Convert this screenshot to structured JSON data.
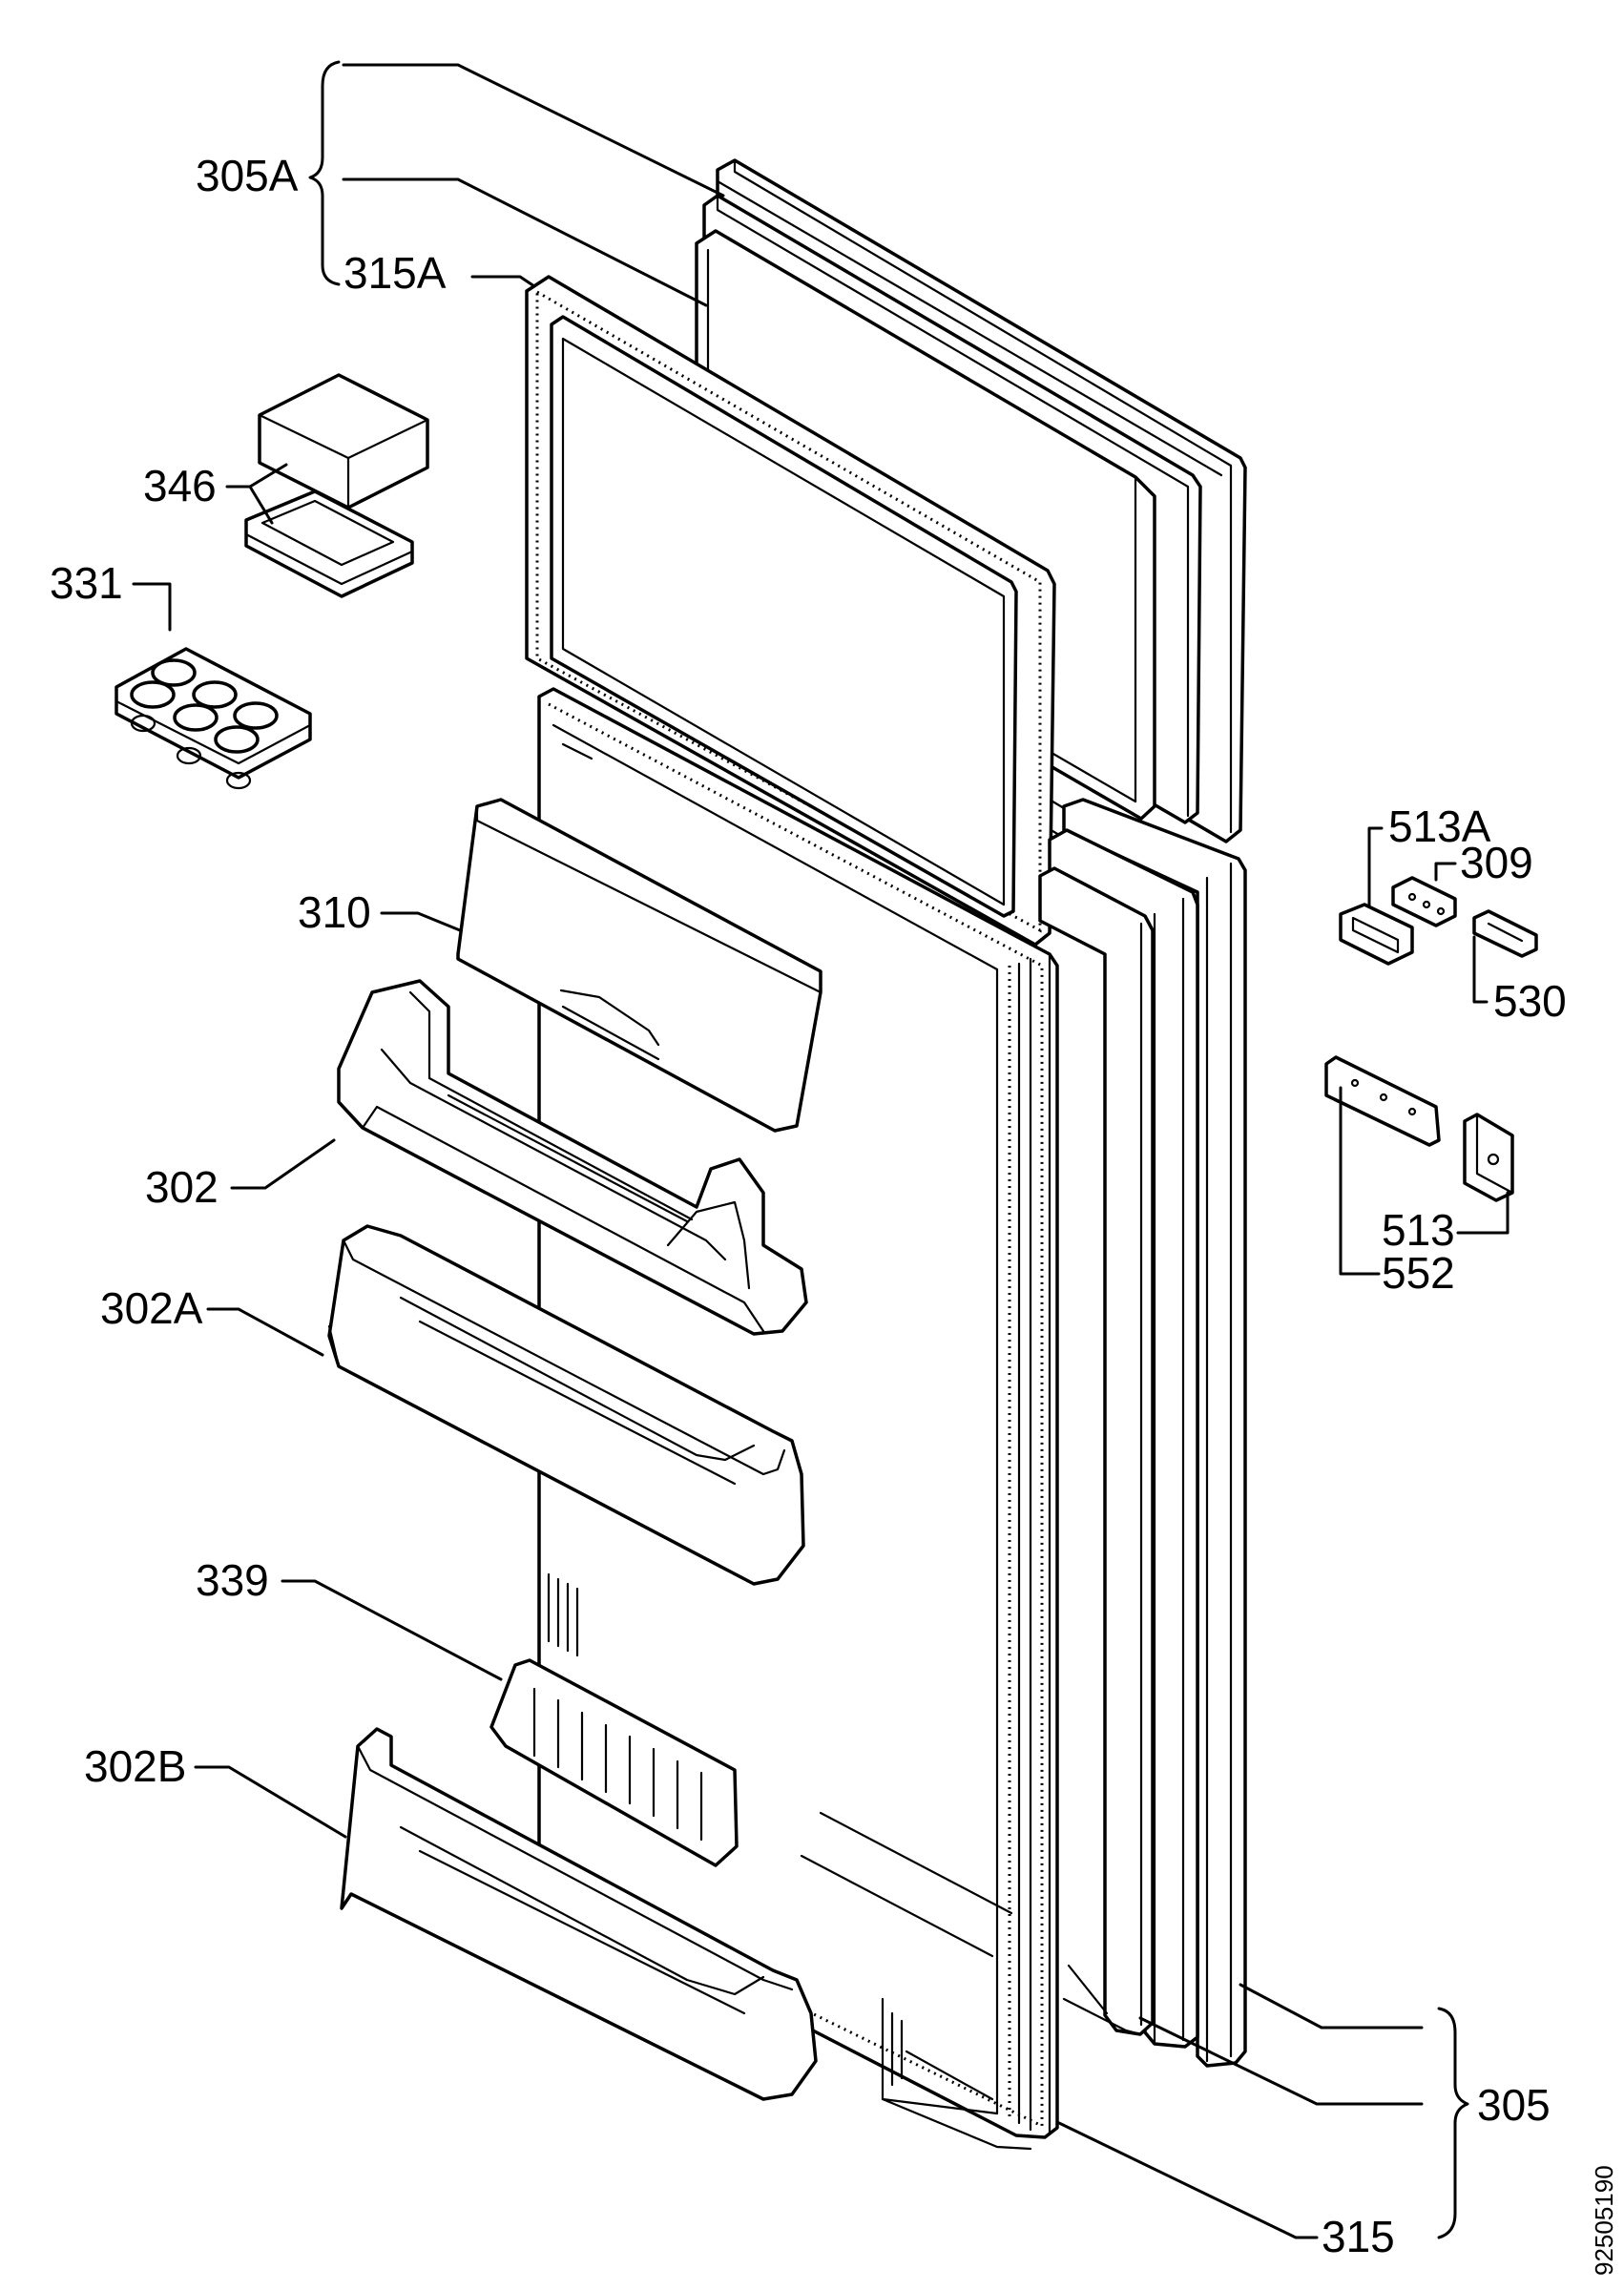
{
  "labels": {
    "l305a": "305A",
    "l315a": "315A",
    "l346": "346",
    "l331": "331",
    "l310": "310",
    "l302": "302",
    "l302a": "302A",
    "l339": "339",
    "l302b": "302B",
    "l513a": "513A",
    "l309": "309",
    "l530": "530",
    "l513": "513",
    "l552": "552",
    "l305": "305",
    "l315": "315"
  },
  "drawing_number": "92505190"
}
